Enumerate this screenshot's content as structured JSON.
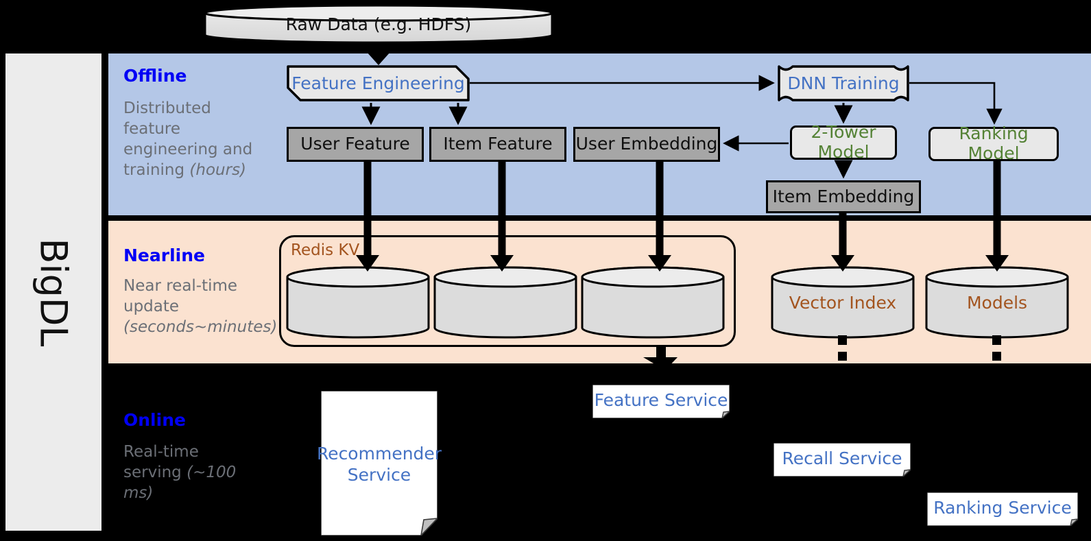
{
  "framework": {
    "name": "BigDL"
  },
  "source": {
    "label": "Raw Data (e.g. HDFS)"
  },
  "bands": [
    {
      "id": "offline",
      "title": "Offline",
      "subtitle": "Distributed feature engineering and training ",
      "subtitle_italic": "(hours)",
      "bg": "#b4c7e7"
    },
    {
      "id": "nearline",
      "title": "Nearline",
      "subtitle": "Near real-time update ",
      "subtitle_italic": "(seconds~minutes)",
      "bg": "#fbe2d0"
    },
    {
      "id": "online",
      "title": "Online",
      "subtitle": "Real-time serving ",
      "subtitle_italic": "(~100 ms)",
      "bg": "#000000"
    }
  ],
  "offline": {
    "feature_engineering": "Feature Engineering",
    "dnn_training": "DNN Training",
    "user_feature": "User Feature",
    "item_feature": "Item Feature",
    "user_embedding": "User Embedding",
    "two_tower_model": "2-Tower Model",
    "ranking_model": "Ranking Model",
    "item_embedding": "Item Embedding"
  },
  "nearline": {
    "redis_kv": "Redis KV",
    "store_1": "",
    "store_2": "",
    "store_3": "",
    "vector_index": "Vector Index",
    "models": "Models"
  },
  "online": {
    "recommender_service": "Recommender Service",
    "feature_service": "Feature Service",
    "recall_service": "Recall Service",
    "ranking_service": "Ranking Service"
  },
  "colors": {
    "offline_band": "#b4c7e7",
    "nearline_band": "#fbe2d0",
    "online_band": "#000000",
    "band_title": "#0000f5",
    "band_subtitle": "#6b6f76",
    "process_text": "#4472c4",
    "model_text": "#548235",
    "store_text": "#a3541f",
    "data_box": "#a6a6a6",
    "service_text": "#4472c4",
    "rail_bg": "#ececec"
  }
}
